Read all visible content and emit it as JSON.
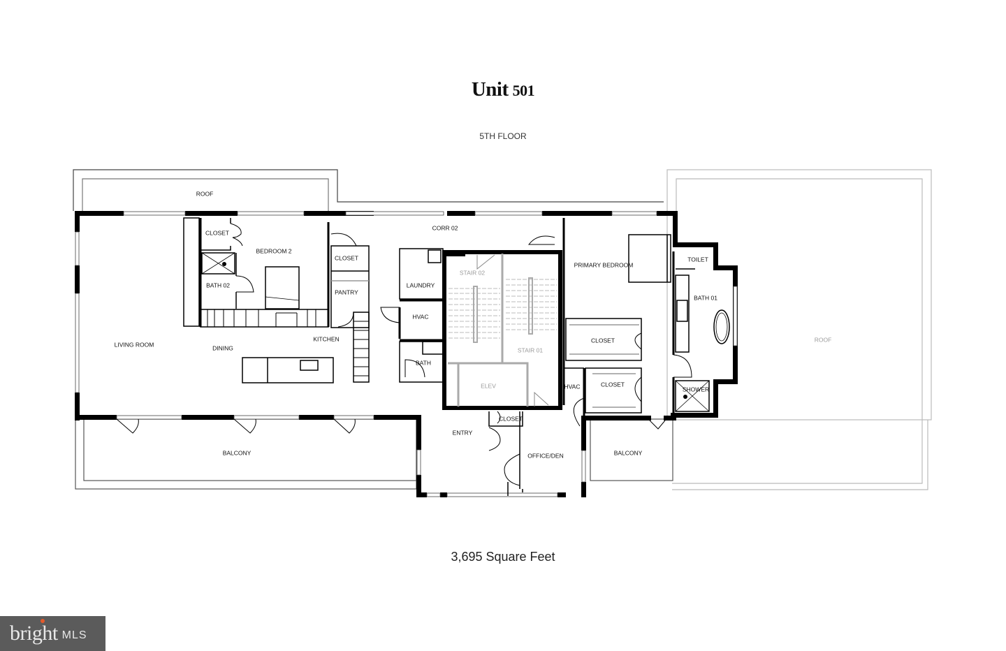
{
  "header": {
    "title_word": "Unit",
    "title_number": "501",
    "floor": "5TH FLOOR"
  },
  "footer": {
    "square_feet": "3,695 Square Feet"
  },
  "watermark": {
    "brand": "bright",
    "suffix": "MLS",
    "brand_color": "#5b5b5b",
    "accent_color": "#e35a2b"
  },
  "rooms": {
    "roof_left": "ROOF",
    "roof_right": "ROOF",
    "closet_bed2": "CLOSET",
    "bedroom2": "BEDROOM 2",
    "bath02": "BATH 02",
    "closet_hall": "CLOSET",
    "pantry": "PANTRY",
    "corr02": "CORR 02",
    "laundry": "LAUNDRY",
    "hvac_left": "HVAC",
    "bath": "BATH",
    "stair02": "STAIR 02",
    "stair01": "STAIR 01",
    "elev": "ELEV",
    "living_room": "LIVING ROOM",
    "dining": "DINING",
    "kitchen": "KITCHEN",
    "primary_bedroom": "PRIMARY BEDROOM",
    "toilet": "TOILET",
    "bath01": "BATH 01",
    "closet_primary1": "CLOSET",
    "closet_primary2": "CLOSET",
    "hvac_right": "HVAC",
    "shower": "SHOWER",
    "entry": "ENTRY",
    "closet_entry": "CLOSET",
    "office_den": "OFFICE/DEN",
    "balcony_left": "BALCONY",
    "balcony_right": "BALCONY"
  }
}
